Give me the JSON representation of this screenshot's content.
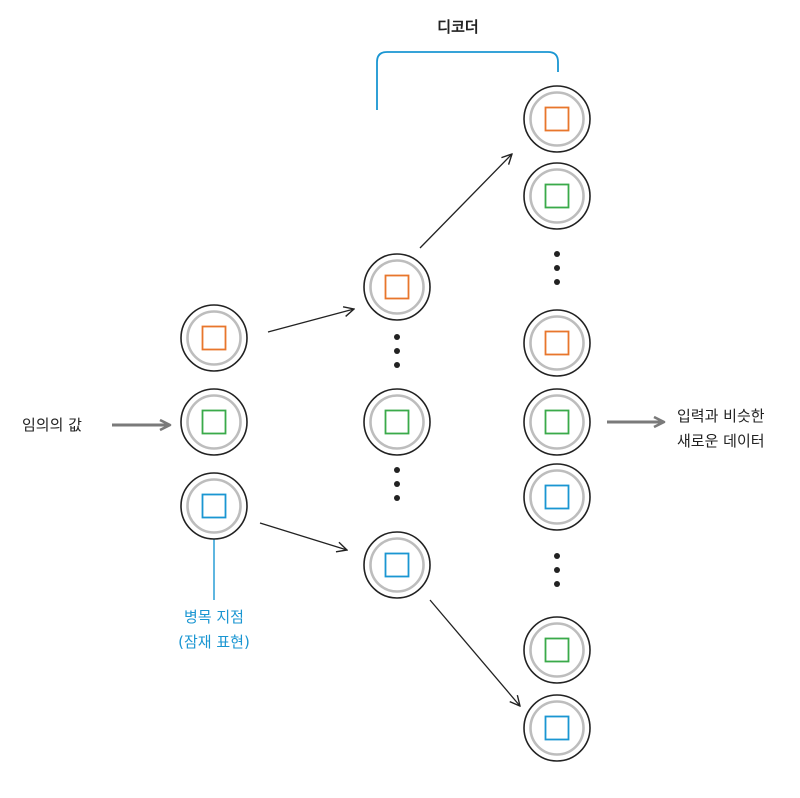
{
  "labels": {
    "decoder": "디코더",
    "random_value": "임의의 값",
    "output_line1": "입력과 비슷한",
    "output_line2": "새로운 데이터",
    "bottleneck_line1": "병목 지점",
    "bottleneck_line2": "(잠재 표현)"
  },
  "colors": {
    "orange": "#e8762c",
    "green": "#3aaa4a",
    "blue": "#1a96d2",
    "arrow_gray": "#7a7a7a",
    "node_ring": "#bdbdbd",
    "ink": "#222222"
  },
  "layers": [
    {
      "name": "bottleneck",
      "nodes": [
        "orange",
        "green",
        "blue"
      ]
    },
    {
      "name": "hidden",
      "nodes": [
        "orange",
        "ellipsis",
        "green",
        "ellipsis",
        "blue"
      ]
    },
    {
      "name": "output",
      "nodes": [
        "orange",
        "green",
        "ellipsis",
        "orange",
        "green",
        "blue",
        "ellipsis",
        "green",
        "blue"
      ]
    }
  ]
}
